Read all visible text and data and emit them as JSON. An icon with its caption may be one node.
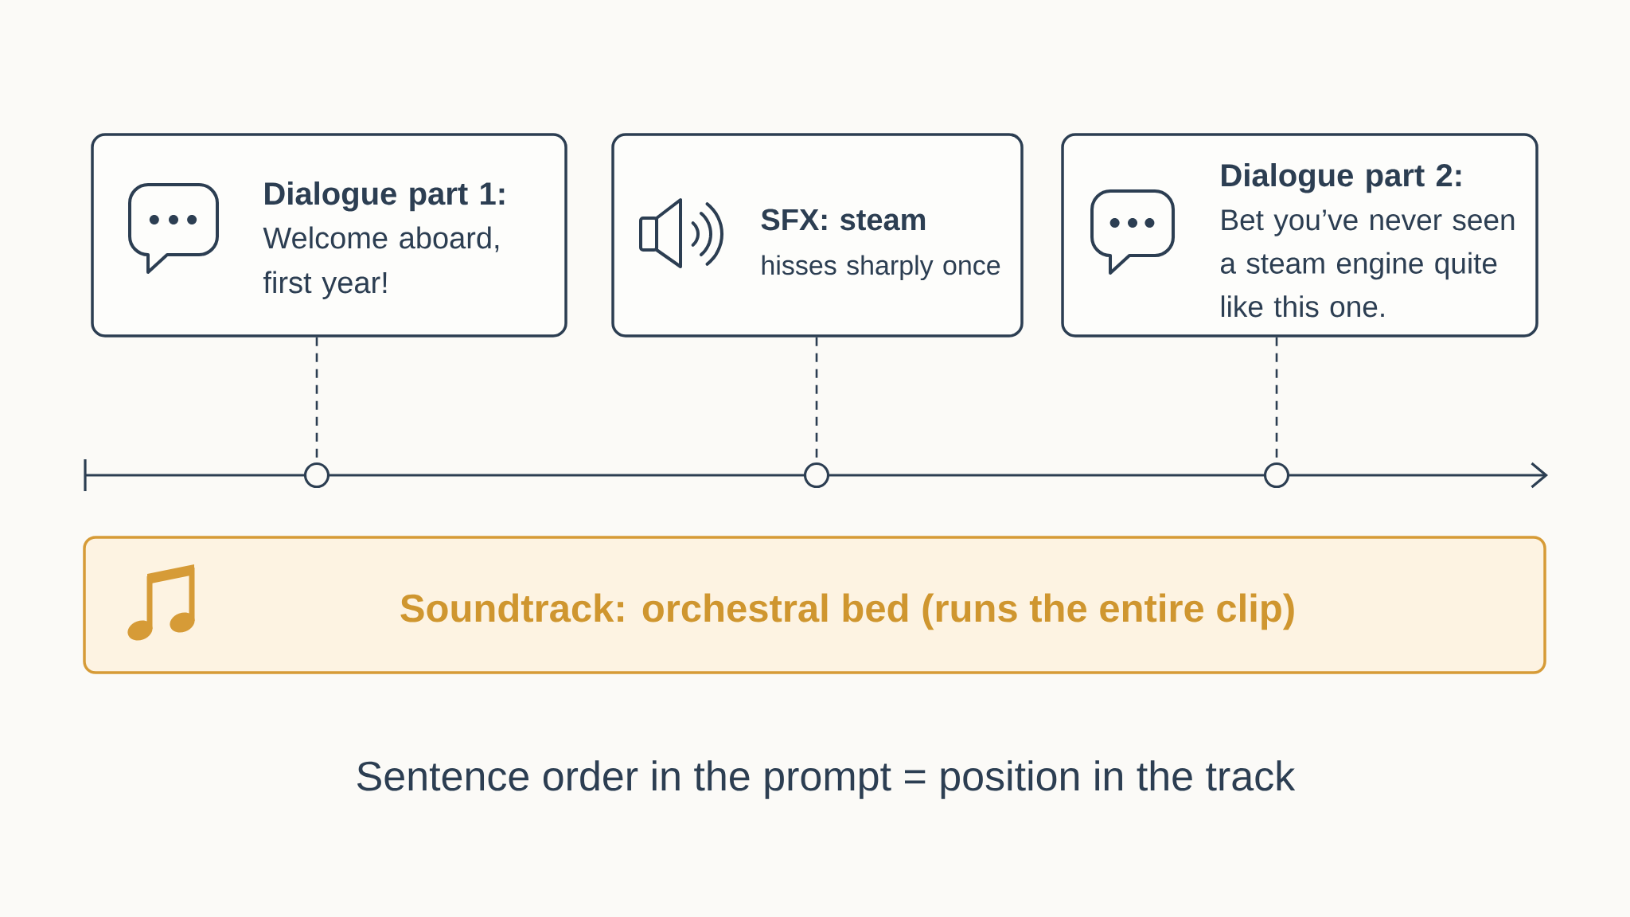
{
  "diagram": {
    "caption": "Sentence order in the prompt = position in the track",
    "nodes": [
      {
        "text": [
          "Dialogue part 1:",
          "Welcome aboard, first year!"
        ]
      },
      {
        "text": [
          "SFX: steam",
          "hisses sharply once"
        ]
      },
      {
        "text": [
          "Dialogue part 2:",
          "Bet you’ve never seen a steam engine quite like this one."
        ]
      },
      {
        "text": [],
        "shape": "circle"
      },
      {
        "text": [],
        "shape": "circle"
      },
      {
        "text": [],
        "shape": "circle"
      },
      {
        "text": [
          "Soundtrack: orchestral bed (runs the entire clip)"
        ]
      }
    ],
    "edges": [
      {
        "from": 0,
        "to": 3,
        "arrow": "none",
        "style": "dashed"
      },
      {
        "from": 1,
        "to": 4,
        "arrow": "none",
        "style": "dashed"
      },
      {
        "from": 2,
        "to": 5,
        "arrow": "none",
        "style": "dashed"
      }
    ]
  }
}
